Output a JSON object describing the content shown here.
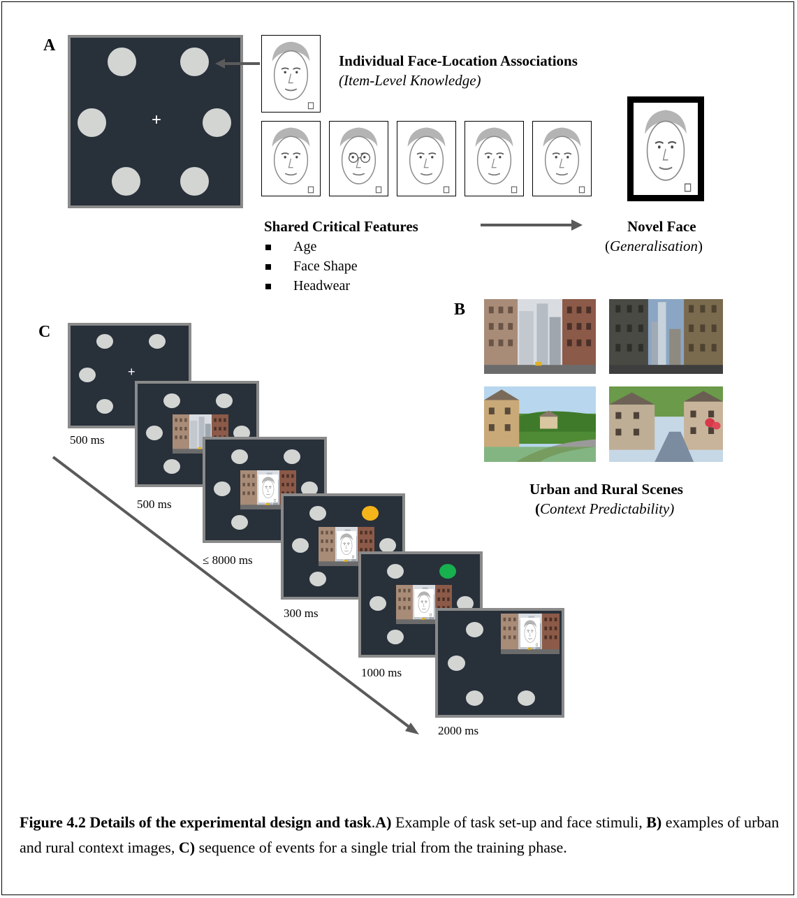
{
  "panel_a": {
    "letter": "A",
    "title": "Individual Face-Location Associations",
    "subtitle": "(Item-Level Knowledge)",
    "shared_title": "Shared Critical Features",
    "features": [
      "Age",
      "Face Shape",
      "Headwear"
    ],
    "novel_title": "Novel Face",
    "novel_sub_prefix": "(",
    "novel_sub_italic": "Generalisation",
    "novel_sub_suffix": ")"
  },
  "panel_b": {
    "letter": "B",
    "title": "Urban and Rural Scenes",
    "sub_prefix": "(",
    "sub_italic": "Context Predictability)"
  },
  "panel_c": {
    "letter": "C",
    "timings": [
      "500 ms",
      "500 ms",
      "≤ 8000 ms",
      "300 ms",
      "1000 ms",
      "2000 ms"
    ]
  },
  "fixation": "+",
  "colors": {
    "screen_bg": "#28303a",
    "screen_border": "#8a8a8a",
    "dot": "#d3d5d3",
    "selected_dot": "#f5b41a",
    "correct_dot": "#17b04f",
    "arrow": "#5a5a5a"
  },
  "caption": {
    "figure_label": "Figure 4.2 Details of the experimental design and task",
    "dot": ".",
    "a_label": "A)",
    "a_text": " Example of task set-up and face stimuli, ",
    "b_label": "B)",
    "b_text": " examples of urban and rural context images, ",
    "c_label": "C)",
    "c_text": " sequence of events for a single trial from the training phase."
  }
}
